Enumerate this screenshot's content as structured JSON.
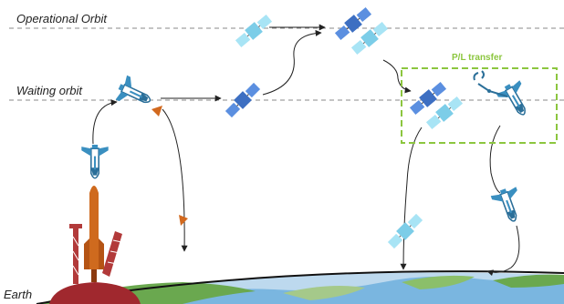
{
  "labels": {
    "operational_orbit": "Operational Orbit",
    "waiting_orbit": "Waiting orbit",
    "earth": "Earth",
    "pl_transfer": "P/L transfer"
  },
  "colors": {
    "satellite_dark": "#4a7fd4",
    "satellite_light": "#8fd8f0",
    "shuttle_body": "#3a8fc0",
    "rocket_orange": "#d2691e",
    "pad_red": "#a52a2a",
    "transfer_box": "#8cc63f",
    "orbit_line": "#888888",
    "earth_blue": "#6fa8dc",
    "earth_green": "#6aa84f"
  }
}
